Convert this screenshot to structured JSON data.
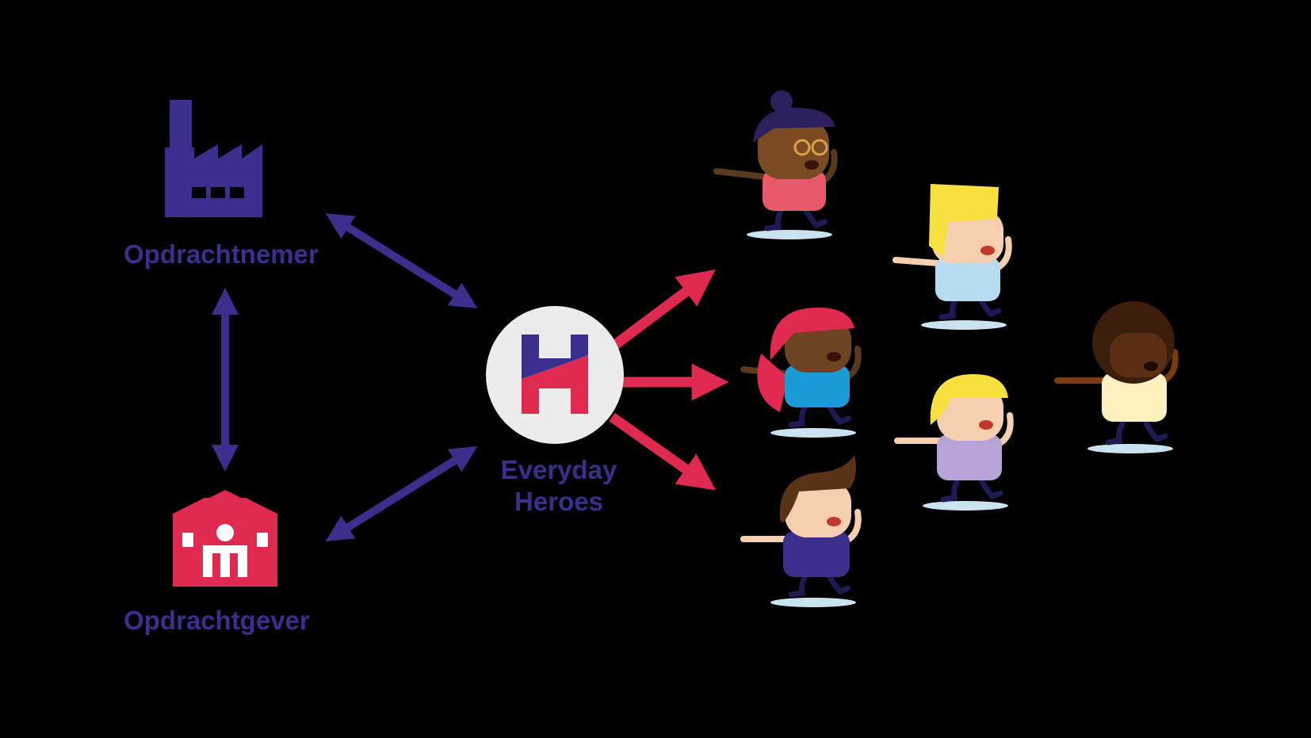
{
  "nodes": {
    "contractor": {
      "label": "Opdrachtnemer",
      "icon": "factory-icon"
    },
    "client": {
      "label": "Opdrachtgever",
      "icon": "house-icon"
    },
    "hub": {
      "line1": "Everyday",
      "line2": "Heroes",
      "logo_letter": "H",
      "icon": "everyday-heroes-logo-icon"
    }
  },
  "workers": [
    {
      "icon": "worker-glasses-bun-icon"
    },
    {
      "icon": "worker-blond-tall-hair-icon"
    },
    {
      "icon": "worker-pink-hair-icon"
    },
    {
      "icon": "worker-afro-icon"
    },
    {
      "icon": "worker-blond-purple-shirt-icon"
    },
    {
      "icon": "worker-brown-hair-icon"
    }
  ],
  "colors": {
    "primary": "#3a2f8c",
    "accent": "#e0294f",
    "background": "#000000",
    "hub_circle": "#ececec",
    "shadow": "#c9e3f1"
  }
}
